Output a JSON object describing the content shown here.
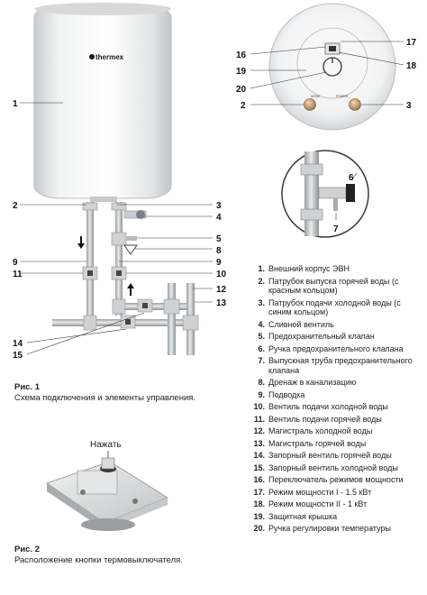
{
  "brand": "thermex",
  "top_view_small_labels": [
    "MODE",
    "POWER"
  ],
  "callouts": {
    "main": [
      "1",
      "2",
      "3",
      "4",
      "5",
      "6",
      "7",
      "8",
      "9",
      "9",
      "10",
      "11",
      "12",
      "13",
      "14",
      "15"
    ],
    "top": [
      "16",
      "17",
      "18",
      "19",
      "20",
      "2",
      "3"
    ]
  },
  "fig1": {
    "title": "Рис. 1",
    "caption": "Схема подключения и элементы управления."
  },
  "fig2": {
    "title": "Рис. 2",
    "caption": "Расположение кнопки термовыключателя.",
    "press_label": "Нажать"
  },
  "legend": [
    {
      "num": "1.",
      "text": "Внешний корпус ЭВН"
    },
    {
      "num": "2.",
      "text": "Патрубок выпуска горячей воды (с красным кольцом)"
    },
    {
      "num": "3.",
      "text": "Патрубок подачи холодной воды (с синим кольцом)"
    },
    {
      "num": "4.",
      "text": "Сливной вентиль"
    },
    {
      "num": "5.",
      "text": "Предохранительный клапан"
    },
    {
      "num": "6.",
      "text": "Ручка предохранительного клапана"
    },
    {
      "num": "7.",
      "text": "Выпускная труба предохранительного клапана"
    },
    {
      "num": "8.",
      "text": "Дренаж в канализацию"
    },
    {
      "num": "9.",
      "text": "Подводка"
    },
    {
      "num": "10.",
      "text": "Вентиль подачи холодной воды"
    },
    {
      "num": "11.",
      "text": "Вентиль подачи горячей воды"
    },
    {
      "num": "12.",
      "text": "Магистраль холодной воды"
    },
    {
      "num": "13.",
      "text": "Магистраль горячей воды"
    },
    {
      "num": "14.",
      "text": "Запорный вентиль горячей воды"
    },
    {
      "num": "15.",
      "text": "Запорный вентиль холодной воды"
    },
    {
      "num": "16.",
      "text": "Переключатель режимов мощности"
    },
    {
      "num": "17.",
      "text": "Режим мощности I - 1.5 кВт"
    },
    {
      "num": "18.",
      "text": "Режим мощности II - 1 кВт"
    },
    {
      "num": "19.",
      "text": "Защитная крышка"
    },
    {
      "num": "20.",
      "text": "Ручка регулировки температуры"
    }
  ]
}
